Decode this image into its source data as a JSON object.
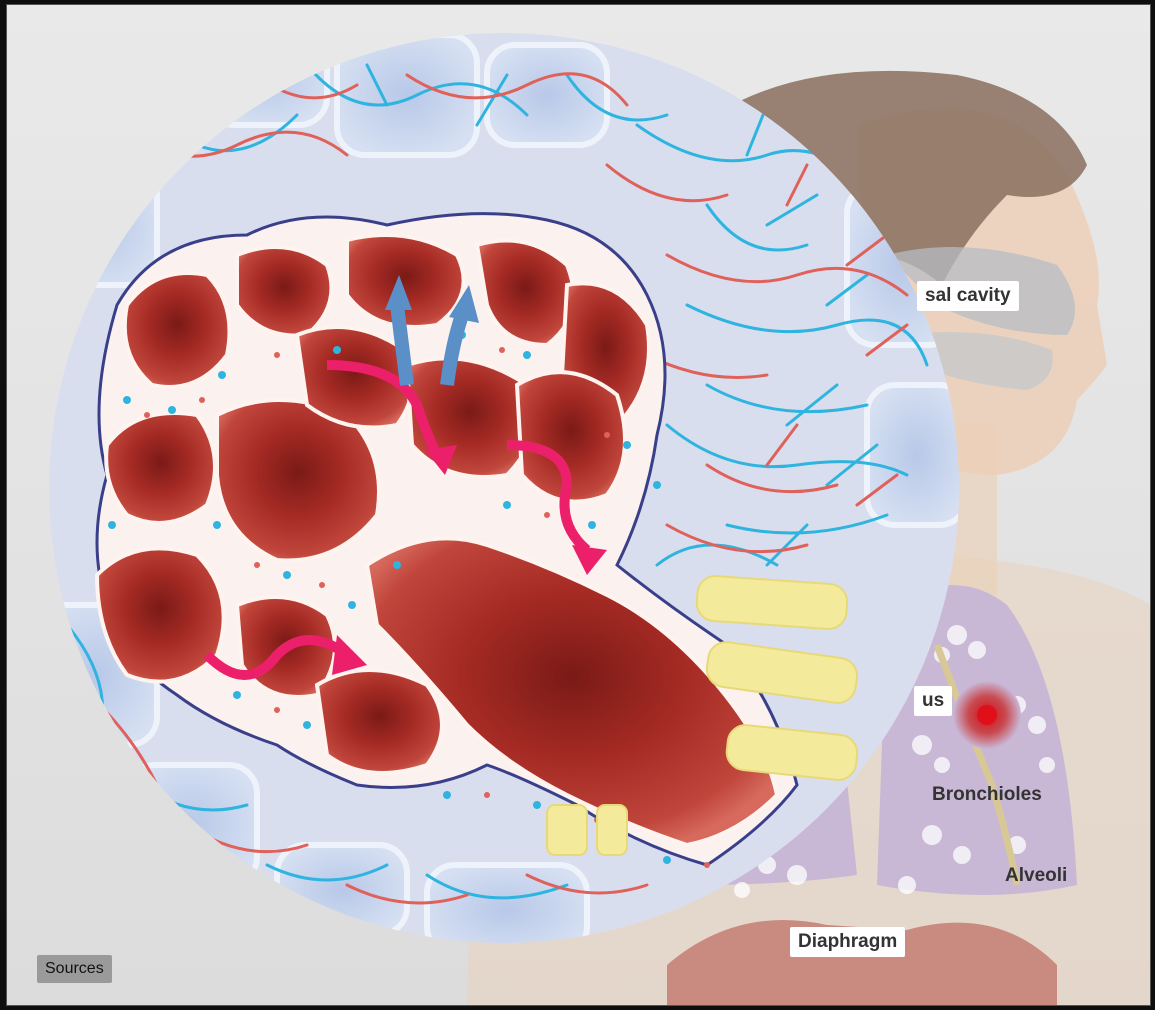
{
  "labels": {
    "nasal_cavity": "sal cavity",
    "bronchus": "us",
    "bronchioles": "Bronchioles",
    "alveoli": "Alveoli",
    "diaphragm": "Diaphragm"
  },
  "buttons": {
    "sources": "Sources"
  },
  "colors": {
    "background": "#e4e4e4",
    "alveolus": "#b8322c",
    "capillary_blue": "#2fb4e0",
    "capillary_red": "#e0605a",
    "cartilage": "#f4ea9c",
    "lung_body": "#c9b7d6",
    "flow_arrow_pink": "#ec1f6a",
    "flow_arrow_blue": "#5a8fc8"
  }
}
